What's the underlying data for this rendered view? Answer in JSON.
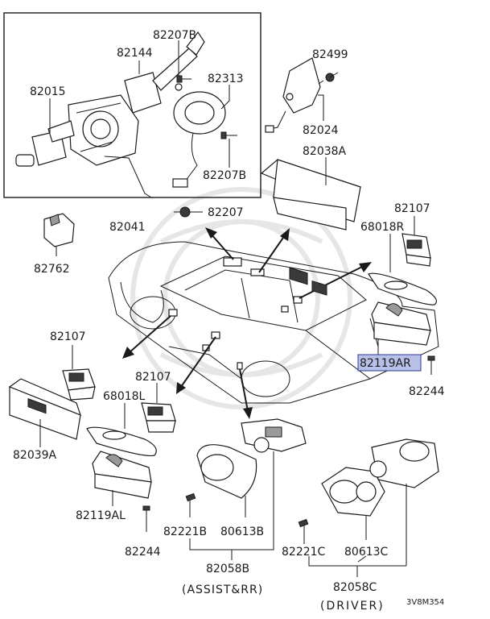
{
  "parts": {
    "p82207B_top": "82207B",
    "p82144": "82144",
    "p82313": "82313",
    "p82015": "82015",
    "p82207B_bot": "82207B",
    "p82041": "82041",
    "p82207": "82207",
    "p82762": "82762",
    "p82499": "82499",
    "p82024": "82024",
    "p82038A": "82038A",
    "p82107_right": "82107",
    "p68018R": "68018R",
    "p82119AR": "82119AR",
    "p82244_right": "82244",
    "p82107_left": "82107",
    "p82107_mid": "82107",
    "p68018L": "68018L",
    "p82039A": "82039A",
    "p82119AL": "82119AL",
    "p82244_left": "82244",
    "p82221B": "82221B",
    "p80613B": "80613B",
    "p82058B": "82058B",
    "p82221C": "82221C",
    "p80613C": "80613C",
    "p82058C": "82058C"
  },
  "captions": {
    "assist_rr": "(ASSIST&RR)",
    "driver": "(DRIVER)",
    "diagram_code": "3V8M354"
  },
  "highlight_color": "#b9c0e8",
  "highlighted_part": "82119AR"
}
